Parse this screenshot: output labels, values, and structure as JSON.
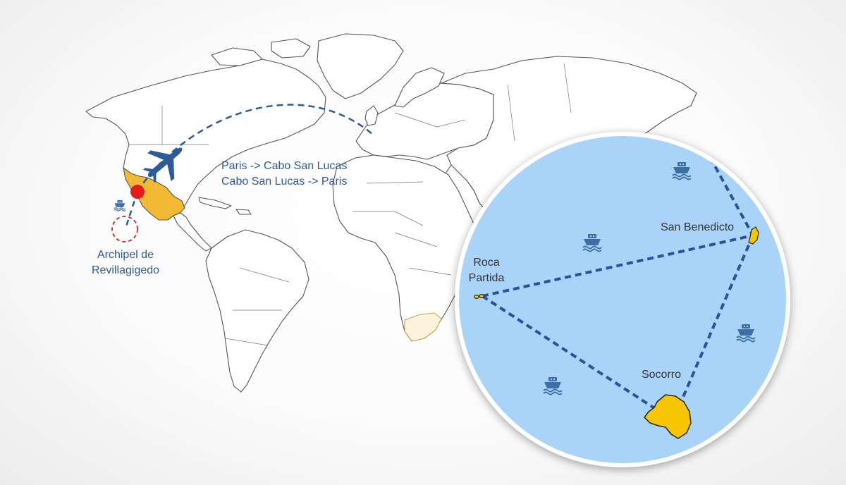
{
  "world_map": {
    "route_label_line1": "Paris -> Cabo San Lucas",
    "route_label_line2": "Cabo San Lucas -> Paris",
    "archipelago_label_line1": "Archipel de",
    "archipelago_label_line2": "Revillagigedo"
  },
  "inset_map": {
    "islands": [
      {
        "id": "roca-partida",
        "label_line1": "Roca",
        "label_line2": "Partida"
      },
      {
        "id": "san-benedicto",
        "label_line1": "San Benedicto"
      },
      {
        "id": "socorro",
        "label_line1": "Socorro"
      }
    ]
  },
  "colors": {
    "route": "#2d5a99",
    "highlight_country": "#f2b933",
    "island_fill": "#f7c600",
    "ocean": "#a9d4f7",
    "marker": "#e31b1b",
    "land_stroke": "#555555"
  },
  "icons": [
    "plane-icon",
    "ship-icon"
  ]
}
